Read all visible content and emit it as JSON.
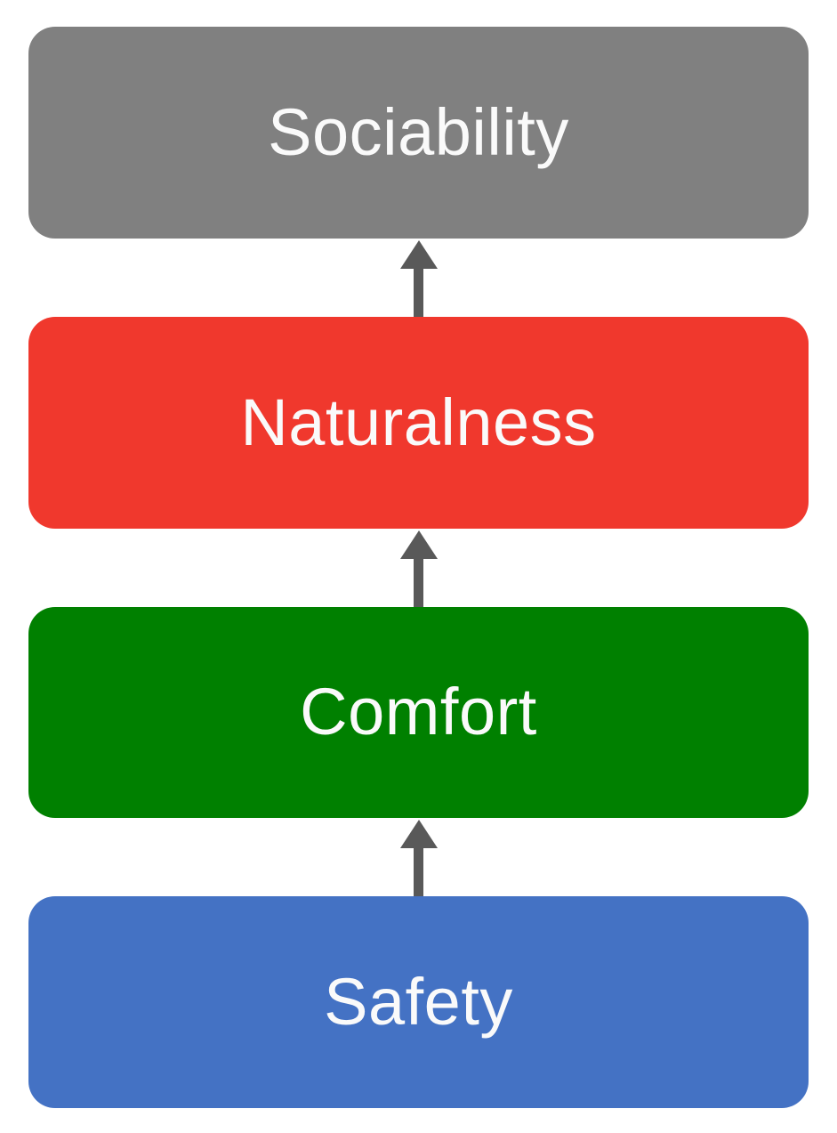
{
  "diagram": {
    "boxes": [
      {
        "label": "Sociability",
        "color": "#808080"
      },
      {
        "label": "Naturalness",
        "color": "#F0382D"
      },
      {
        "label": "Comfort",
        "color": "#008000"
      },
      {
        "label": "Safety",
        "color": "#4472C4"
      }
    ],
    "arrow_color": "#595959",
    "text_color": "#FAFAFA"
  }
}
